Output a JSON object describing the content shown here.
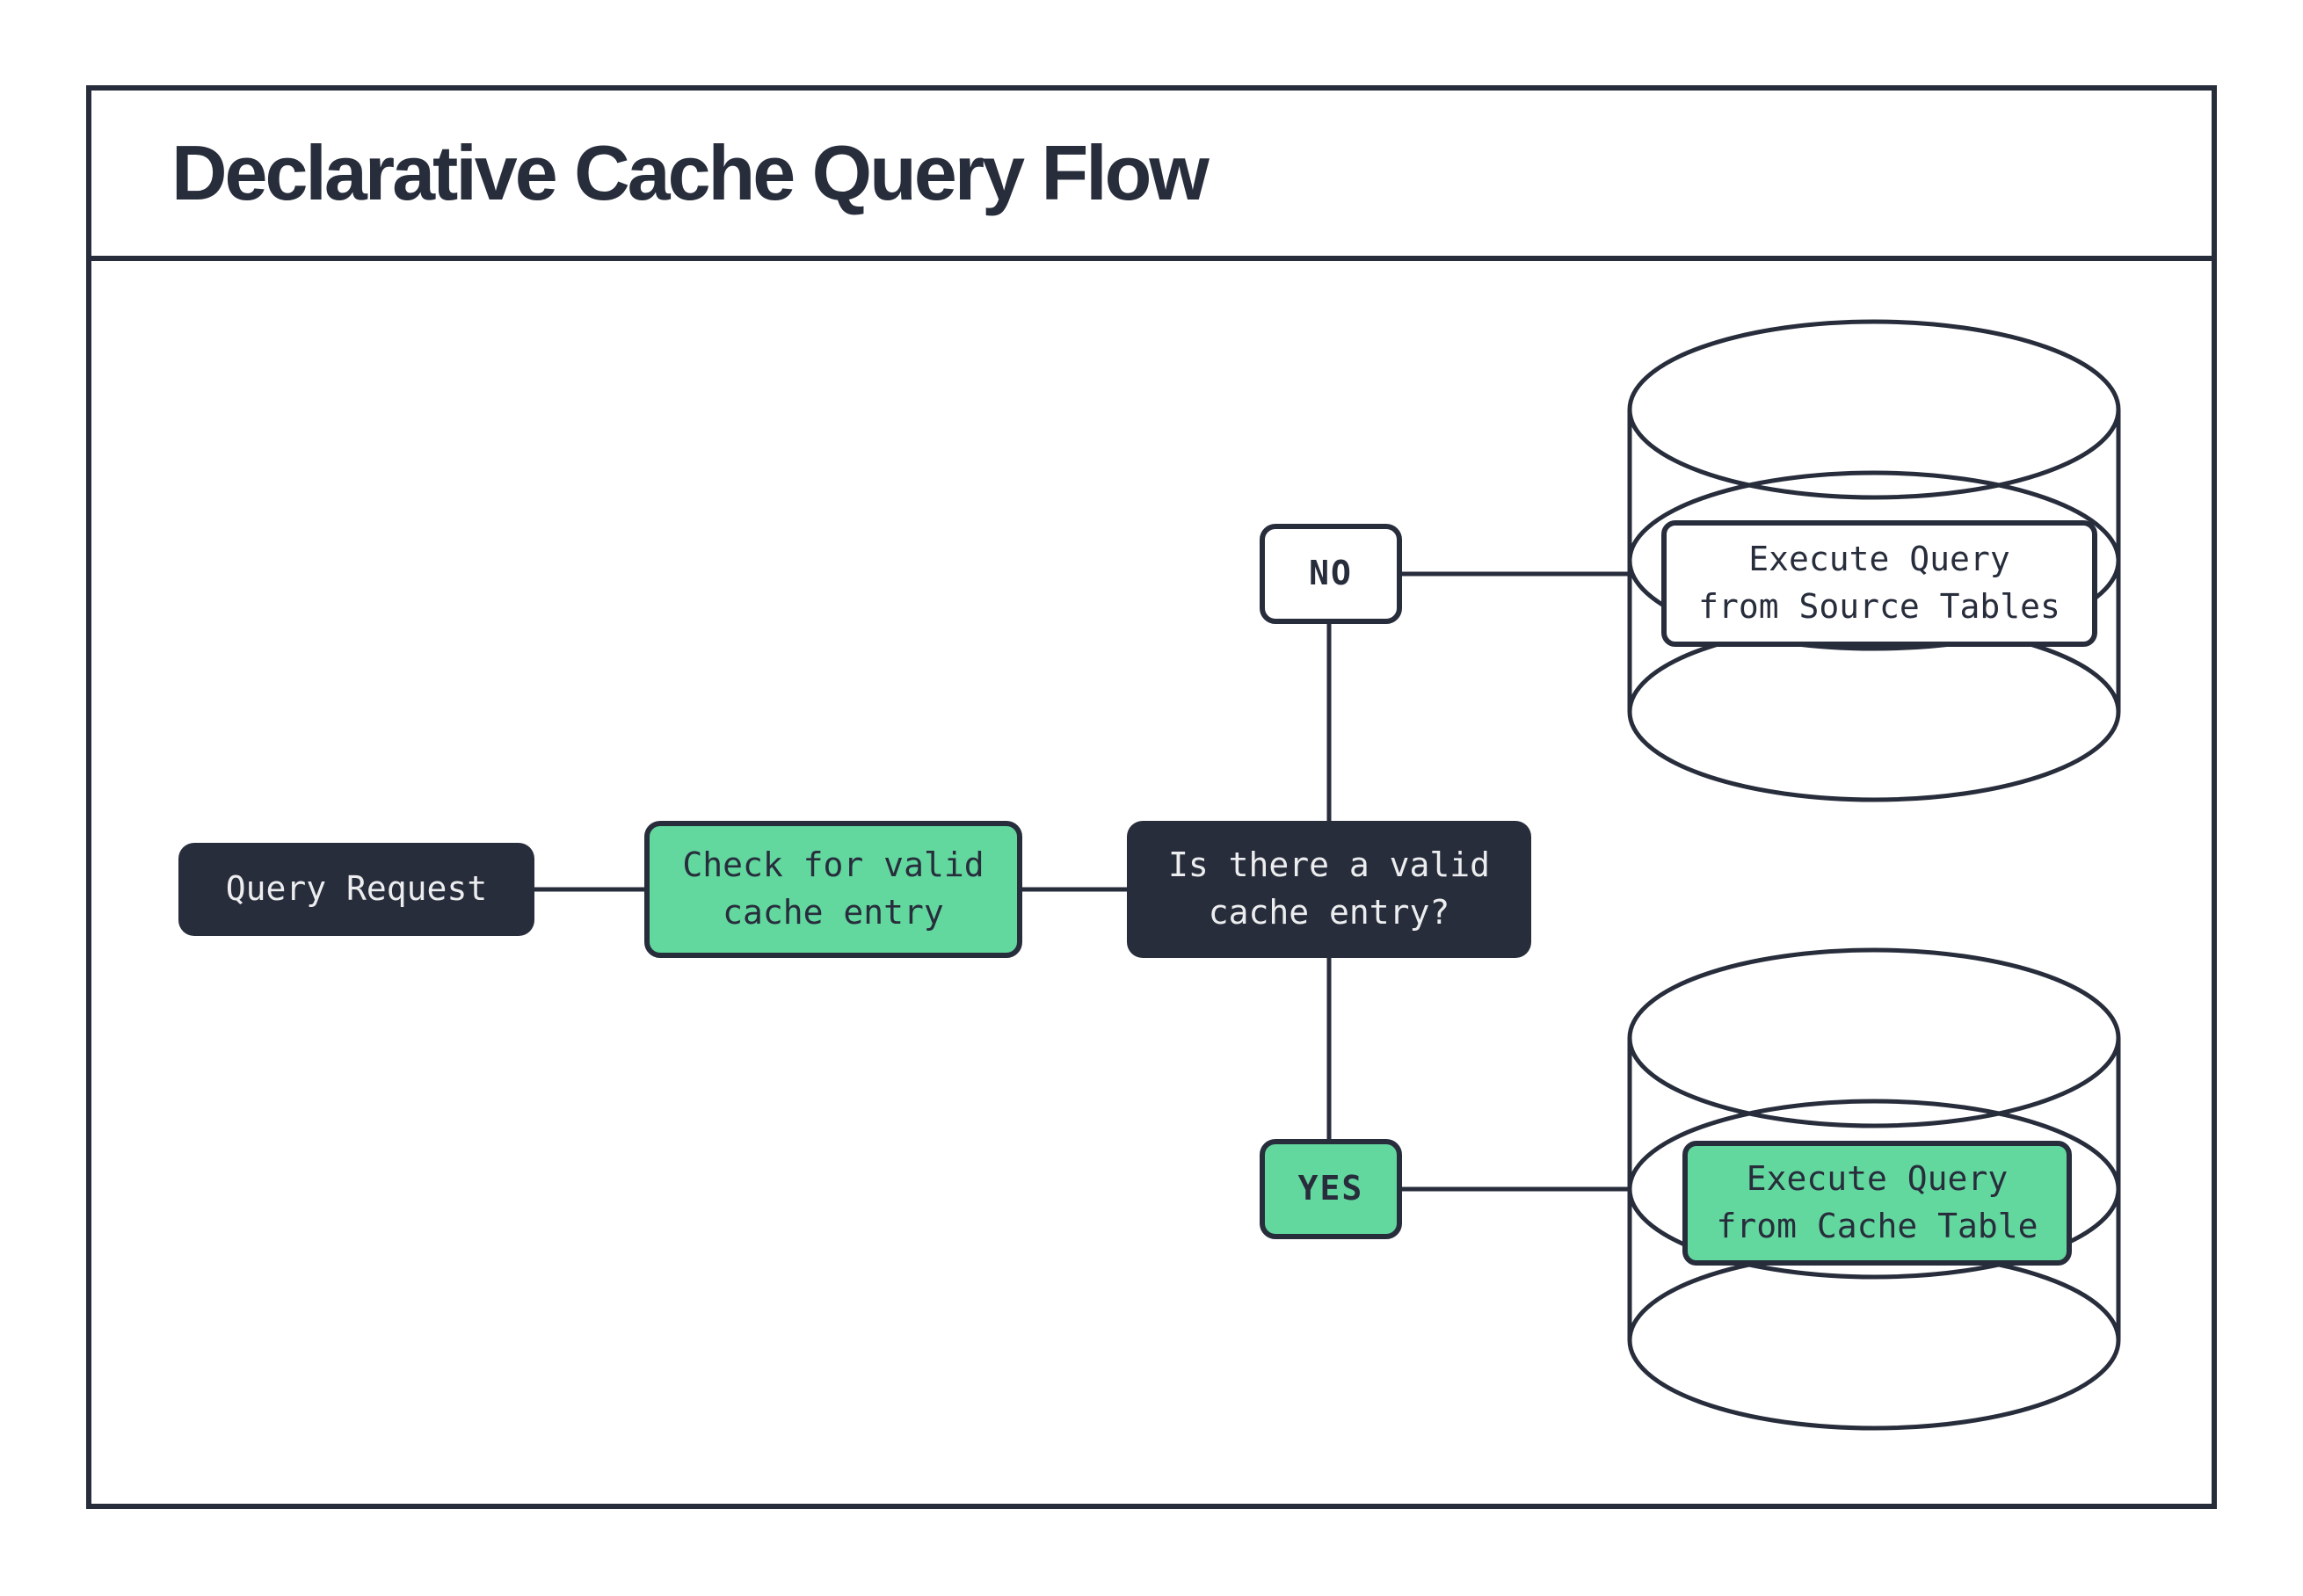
{
  "title": "Declarative Cache Query Flow",
  "flow": {
    "query_request": "Query Request",
    "check_cache": "Check for valid\ncache entry",
    "decision": "Is there a valid\ncache entry?",
    "no": "NO",
    "yes": "YES",
    "source_db": "Execute Query\nfrom Source Tables",
    "cache_db": "Execute Query\nfrom Cache Table"
  },
  "colors": {
    "ink": "#282d3c",
    "green": "#62d79e",
    "paper": "#ffffff",
    "text_on_dark": "#ecedee"
  }
}
